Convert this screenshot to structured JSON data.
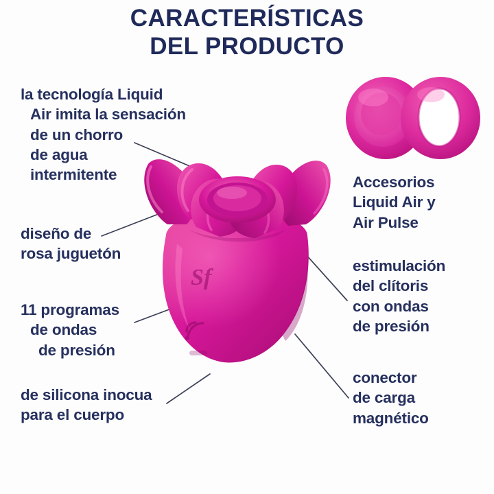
{
  "page": {
    "background_color": "#fdfdfd",
    "text_color": "#26305e",
    "title_color": "#1f2a5a",
    "product_pink": "#d6179a",
    "product_pink_light": "#e8479f",
    "leader_line_color": "#3a3f55"
  },
  "header": {
    "title_line1": "CARACTERÍSTICAS",
    "title_line2": "DEL PRODUCTO"
  },
  "callouts": {
    "liquid_air": {
      "line1": "la tecnología Liquid",
      "line2": "Air imita la sensación",
      "line3": "de un chorro",
      "line4": "de agua",
      "line5": "intermitente"
    },
    "design": {
      "line1": "diseño de",
      "line2": "rosa juguetón"
    },
    "programs": {
      "line1": "11 programas",
      "line2": "de ondas",
      "line3": "de presión"
    },
    "silicone": {
      "line1": "de silicona inocua",
      "line2": "para el cuerpo"
    },
    "accessories": {
      "line1": "Accesorios",
      "line2": "Liquid Air y",
      "line3": "Air Pulse"
    },
    "clitoris": {
      "line1": "estimulación",
      "line2": "del clítoris",
      "line3": "con ondas",
      "line4": "de presión"
    },
    "connector": {
      "line1": "conector",
      "line2": "de carga",
      "line3": "magnético"
    }
  },
  "artwork": {
    "product_name": "rose-shaped-pressure-wave-stimulator",
    "brand_mark": "Sf",
    "accessory_left": "liquid-air-cap-closed",
    "accessory_right": "air-pulse-ring-open"
  }
}
